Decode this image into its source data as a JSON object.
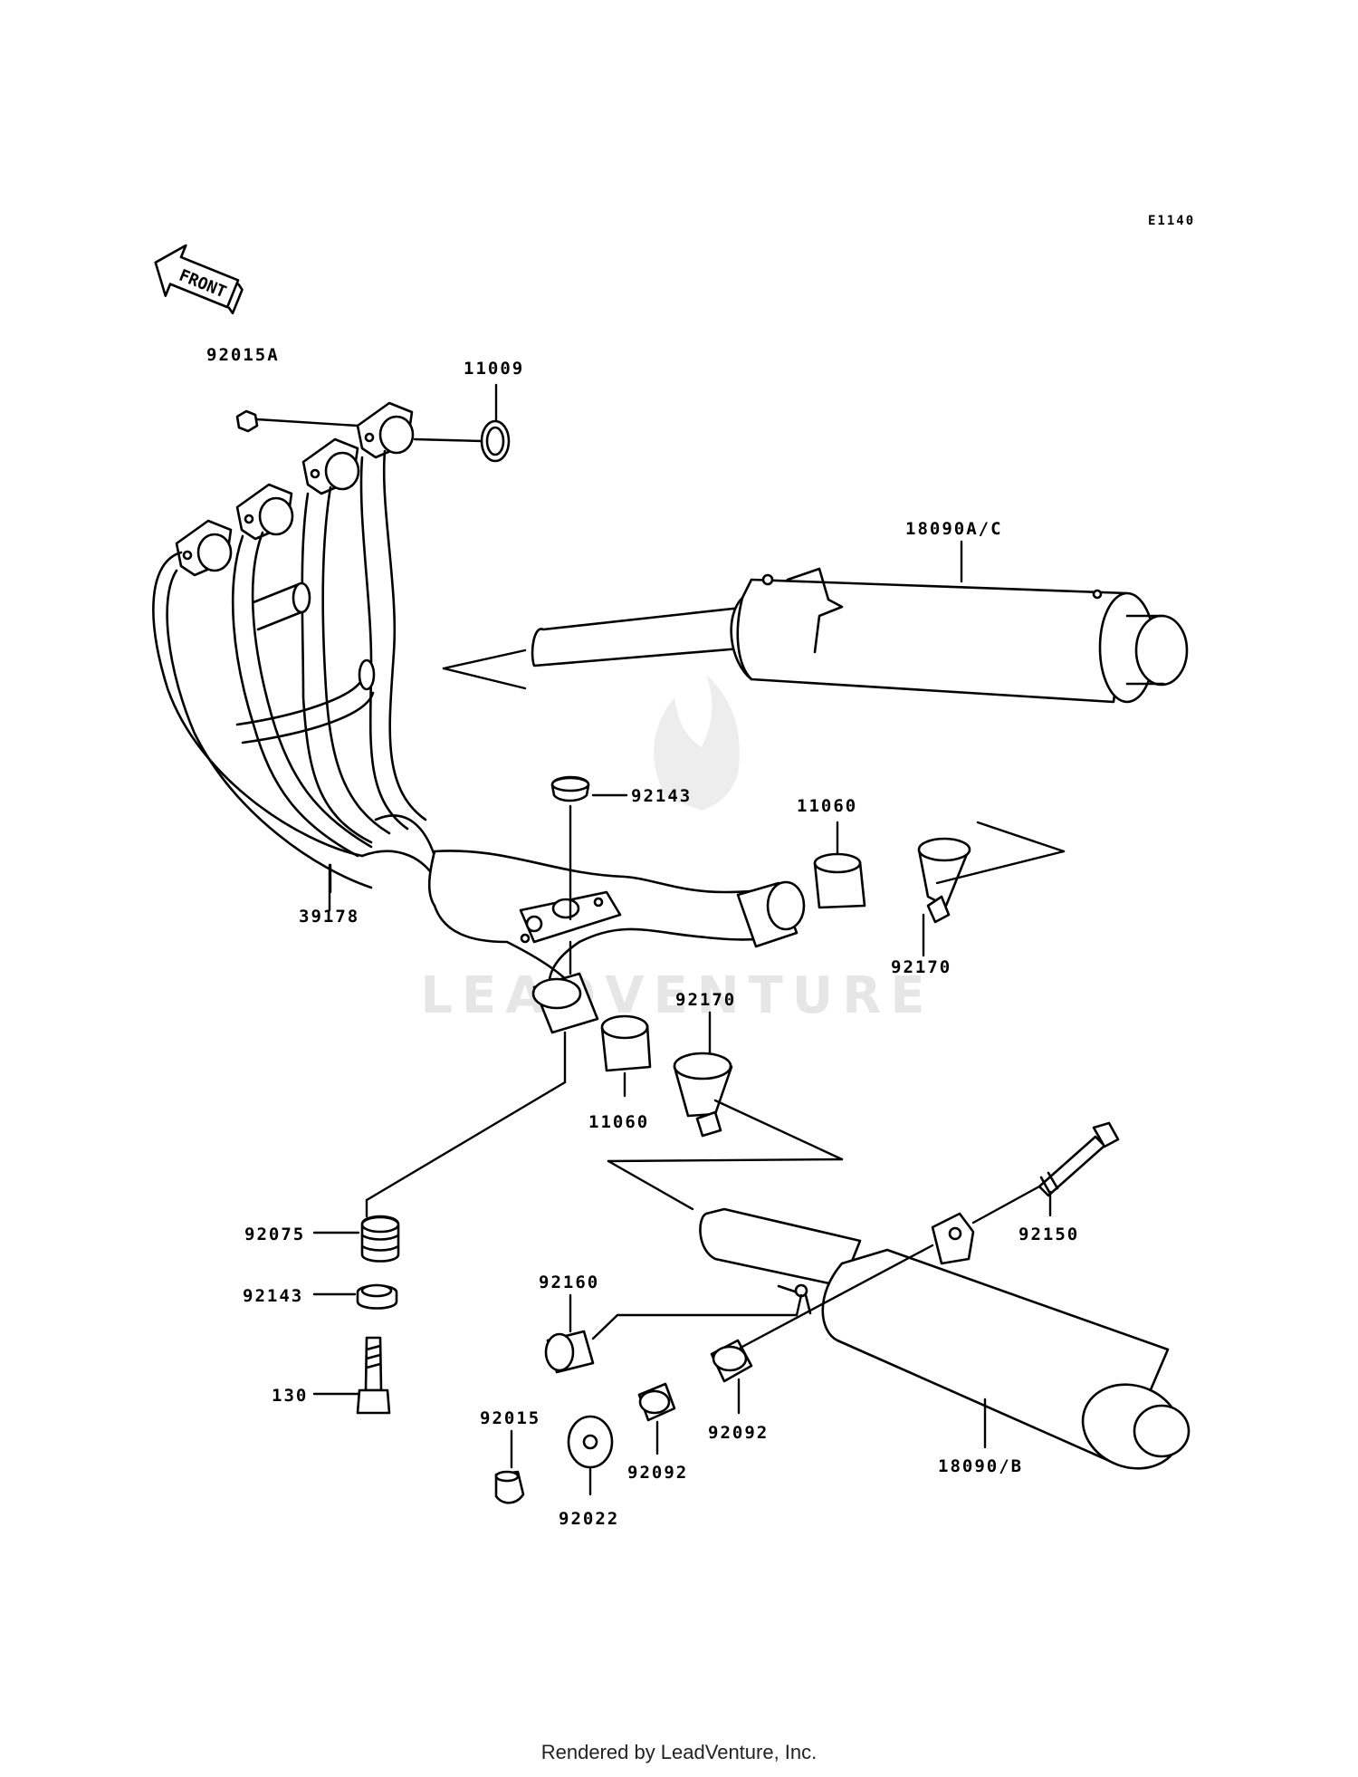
{
  "diagram_code": "E1140",
  "front_label": "FRONT",
  "watermark": "LEADVENTURE",
  "footer": "Rendered by LeadVenture, Inc.",
  "parts": {
    "p92015A": "92015A",
    "p11009": "11009",
    "p18090AC": "18090A/C",
    "p92143_top": "92143",
    "p11060_right": "11060",
    "p39178": "39178",
    "p92170_right": "92170",
    "p92170_mid": "92170",
    "p11060_mid": "11060",
    "p92075": "92075",
    "p92143_low": "92143",
    "p130": "130",
    "p92160": "92160",
    "p92150": "92150",
    "p92092_right": "92092",
    "p92092_mid": "92092",
    "p92015": "92015",
    "p92022": "92022",
    "p18090B": "18090/B"
  }
}
